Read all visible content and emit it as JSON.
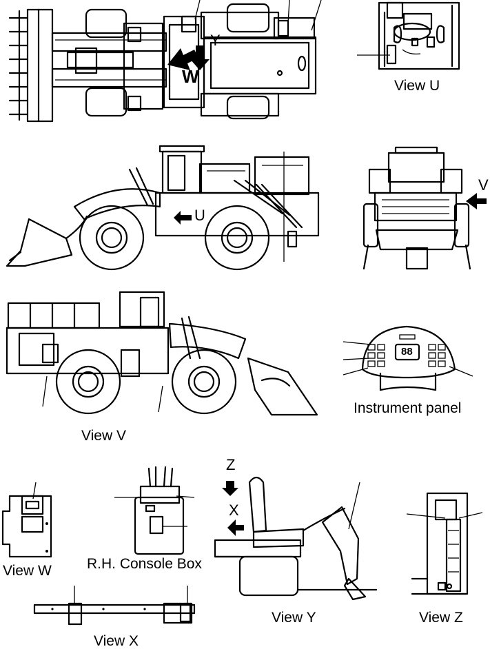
{
  "sheet": {
    "captions": {
      "view_u": "View U",
      "view_v": "View V",
      "view_w": "View W",
      "view_x": "View X",
      "view_y": "View Y",
      "view_z": "View Z",
      "instrument_panel": "Instrument panel",
      "rh_console_box": "R.H. Console Box"
    },
    "arrow_letters": {
      "top_w": "W",
      "top_y": "Y",
      "side_u": "U",
      "front_v": "V",
      "seat_z": "Z",
      "seat_x": "X"
    },
    "display_readout": "88"
  }
}
